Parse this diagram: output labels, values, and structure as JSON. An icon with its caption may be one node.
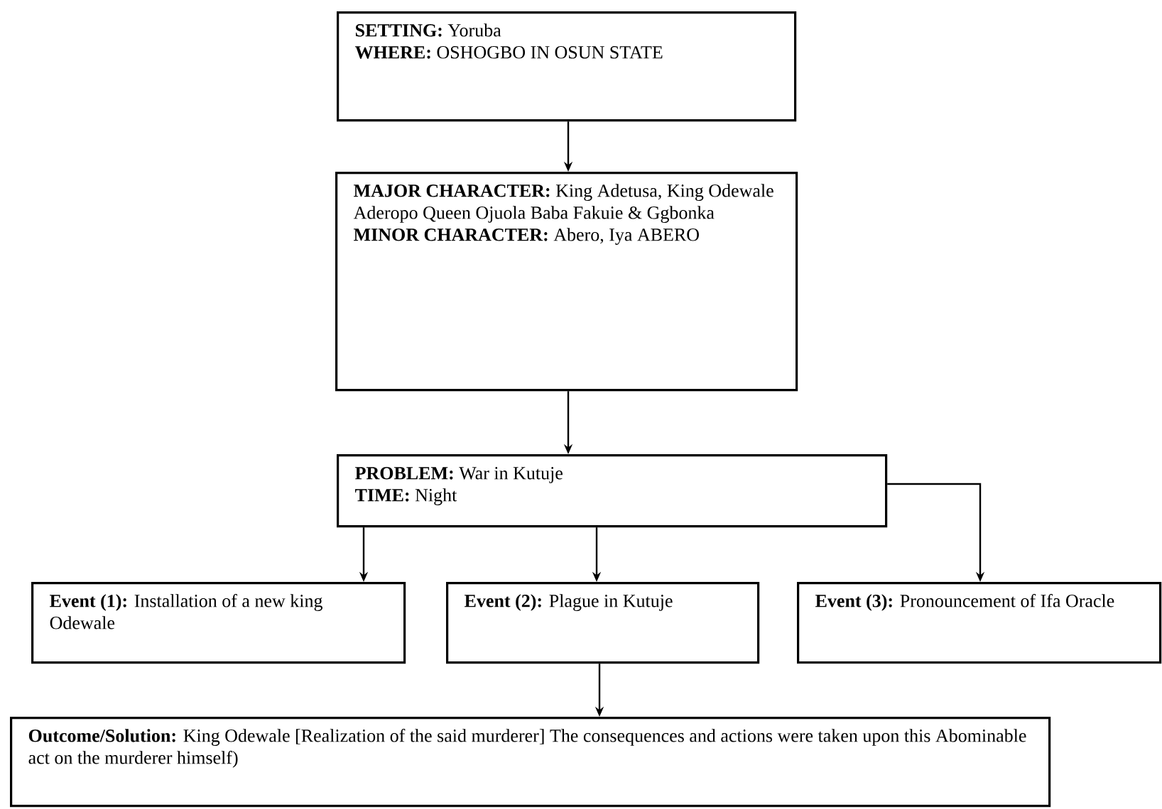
{
  "diagram": {
    "nodes": [
      {
        "text": [
          "**SETTING:** Yoruba",
          "**WHERE:** OSHOGBO IN OSUN STATE"
        ]
      },
      {
        "text": [
          "**MAJOR CHARACTER:** King Adetusa, King Odewale Aderopo Queen Ojuola Baba Fakuie & Ggbonka",
          "**MINOR CHARACTER:** Abero, Iya ABERO"
        ]
      },
      {
        "text": [
          "**PROBLEM:** War in Kutuje",
          "**TIME:** Night"
        ]
      },
      {
        "text": [
          "**Event (1):** Installation of a new king Odewale"
        ]
      },
      {
        "text": [
          "**Event (2):** Plague in Kutuje"
        ]
      },
      {
        "text": [
          "**Event (3):** Pronouncement of Ifa Oracle"
        ]
      },
      {
        "text": [
          "**Outcome/Solution:** King Odewale [Realization of the said murderer] The consequences and actions were taken upon this Abominable act  on the murderer himself)"
        ]
      }
    ],
    "edges": [
      {
        "from": 0,
        "to": 1,
        "arrow": "to"
      },
      {
        "from": 1,
        "to": 2,
        "arrow": "to"
      },
      {
        "from": 2,
        "to": 3,
        "arrow": "to"
      },
      {
        "from": 2,
        "to": 4,
        "arrow": "to"
      },
      {
        "from": 2,
        "to": 5,
        "arrow": "to"
      },
      {
        "from": 4,
        "to": 6,
        "arrow": "to"
      }
    ]
  }
}
